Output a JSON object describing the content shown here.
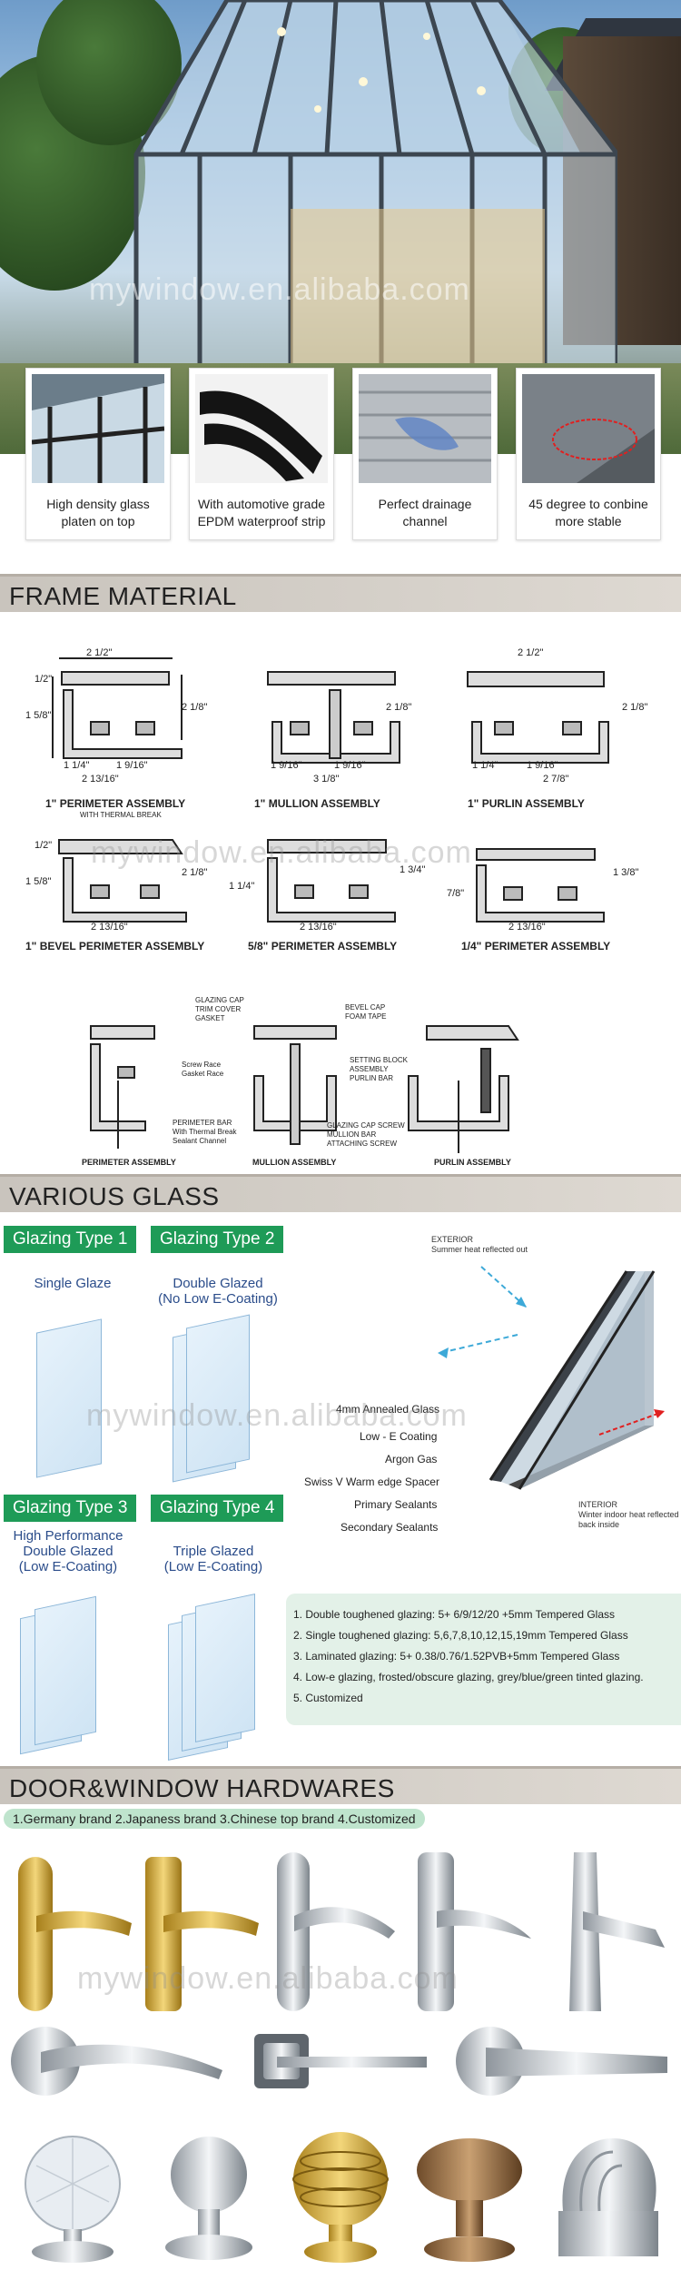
{
  "watermark": "mywindow.en.alibaba.com",
  "features": [
    {
      "caption": "High density glass platen on top"
    },
    {
      "caption": "With automotive grade EPDM waterproof strip"
    },
    {
      "caption": "Perfect drainage channel"
    },
    {
      "caption": "45 degree to conbine more stable"
    }
  ],
  "sections": {
    "frame": "FRAME MATERIAL",
    "glass": "VARIOUS GLASS",
    "hardware": "DOOR&WINDOW HARDWARES"
  },
  "profiles": [
    {
      "label": "1\" PERIMETER ASSEMBLY",
      "sub": "WITH THERMAL BREAK"
    },
    {
      "label": "1\" MULLION ASSEMBLY"
    },
    {
      "label": "1\" PURLIN ASSEMBLY"
    },
    {
      "label": "1\" BEVEL PERIMETER ASSEMBLY"
    },
    {
      "label": "5/8\" PERIMETER ASSEMBLY"
    },
    {
      "label": "1/4\" PERIMETER ASSEMBLY"
    }
  ],
  "dims": {
    "d212": "2 1/2\"",
    "d218": "2 1/8\"",
    "d12": "1/2\"",
    "d158": "1 5/8\"",
    "d114": "1 1/4\"",
    "d1916": "1 9/16\"",
    "d21316": "2 13/16\"",
    "d278": "2 7/8\"",
    "d318": "3 1/8\"",
    "d134": "1 3/4\"",
    "d138": "1 3/8\"",
    "d78": "7/8\""
  },
  "assembly": {
    "labels": [
      "PERIMETER ASSEMBLY",
      "MULLION ASSEMBLY",
      "PURLIN ASSEMBLY"
    ],
    "callouts_left": [
      "GLAZING CAP",
      "TRIM COVER",
      "GASKET"
    ],
    "callouts_left2": [
      "Screw Race",
      "Gasket Race"
    ],
    "callouts_left3": [
      "PERIMETER BAR",
      "With Thermal Break",
      "Sealant Channel"
    ],
    "callouts_right": [
      "BEVEL CAP",
      "FOAM TAPE"
    ],
    "callouts_right2": [
      "SETTING BLOCK",
      "ASSEMBLY",
      "PURLIN BAR"
    ],
    "callouts_mid": [
      "GLAZING CAP SCREW",
      "MULLION BAR",
      "ATTACHING SCREW"
    ]
  },
  "glazing": {
    "types": [
      "Glazing Type 1",
      "Glazing Type 2",
      "Glazing Type 3",
      "Glazing Type 4"
    ],
    "titles": [
      [
        "Single Glaze"
      ],
      [
        "Double Glazed",
        "(No Low E-Coating)"
      ],
      [
        "High Performance",
        "Double Glazed",
        "(Low E-Coating)"
      ],
      [
        "Triple Glazed",
        "(Low E-Coating)"
      ]
    ],
    "exterior": [
      "EXTERIOR",
      "Summer heat reflected out"
    ],
    "interior": [
      "INTERIOR",
      "Winter indoor heat reflected",
      "back inside"
    ],
    "layers": [
      "4mm Annealed Glass",
      "Low - E Coating",
      "Argon Gas",
      "Swiss V Warm edge Spacer",
      "Primary Sealants",
      "Secondary Sealants"
    ],
    "options": [
      "1.  Double toughened glazing: 5+ 6/9/12/20 +5mm Tempered Glass",
      "2.  Single toughened glazing:  5,6,7,8,10,12,15,19mm Tempered Glass",
      "3.  Laminated glazing:  5+ 0.38/0.76/1.52PVB+5mm Tempered Glass",
      "4.  Low-e glazing, frosted/obscure glazing, grey/blue/green tinted glazing.",
      "5.  Customized"
    ]
  },
  "hardware": {
    "brands": "1.Germany brand  2.Japaness brand  3.Chinese top brand  4.Customized"
  },
  "colors": {
    "accent_green": "#1e9b57",
    "glass_title_blue": "#2a4c8a",
    "header_bg": "#d3cec7"
  }
}
